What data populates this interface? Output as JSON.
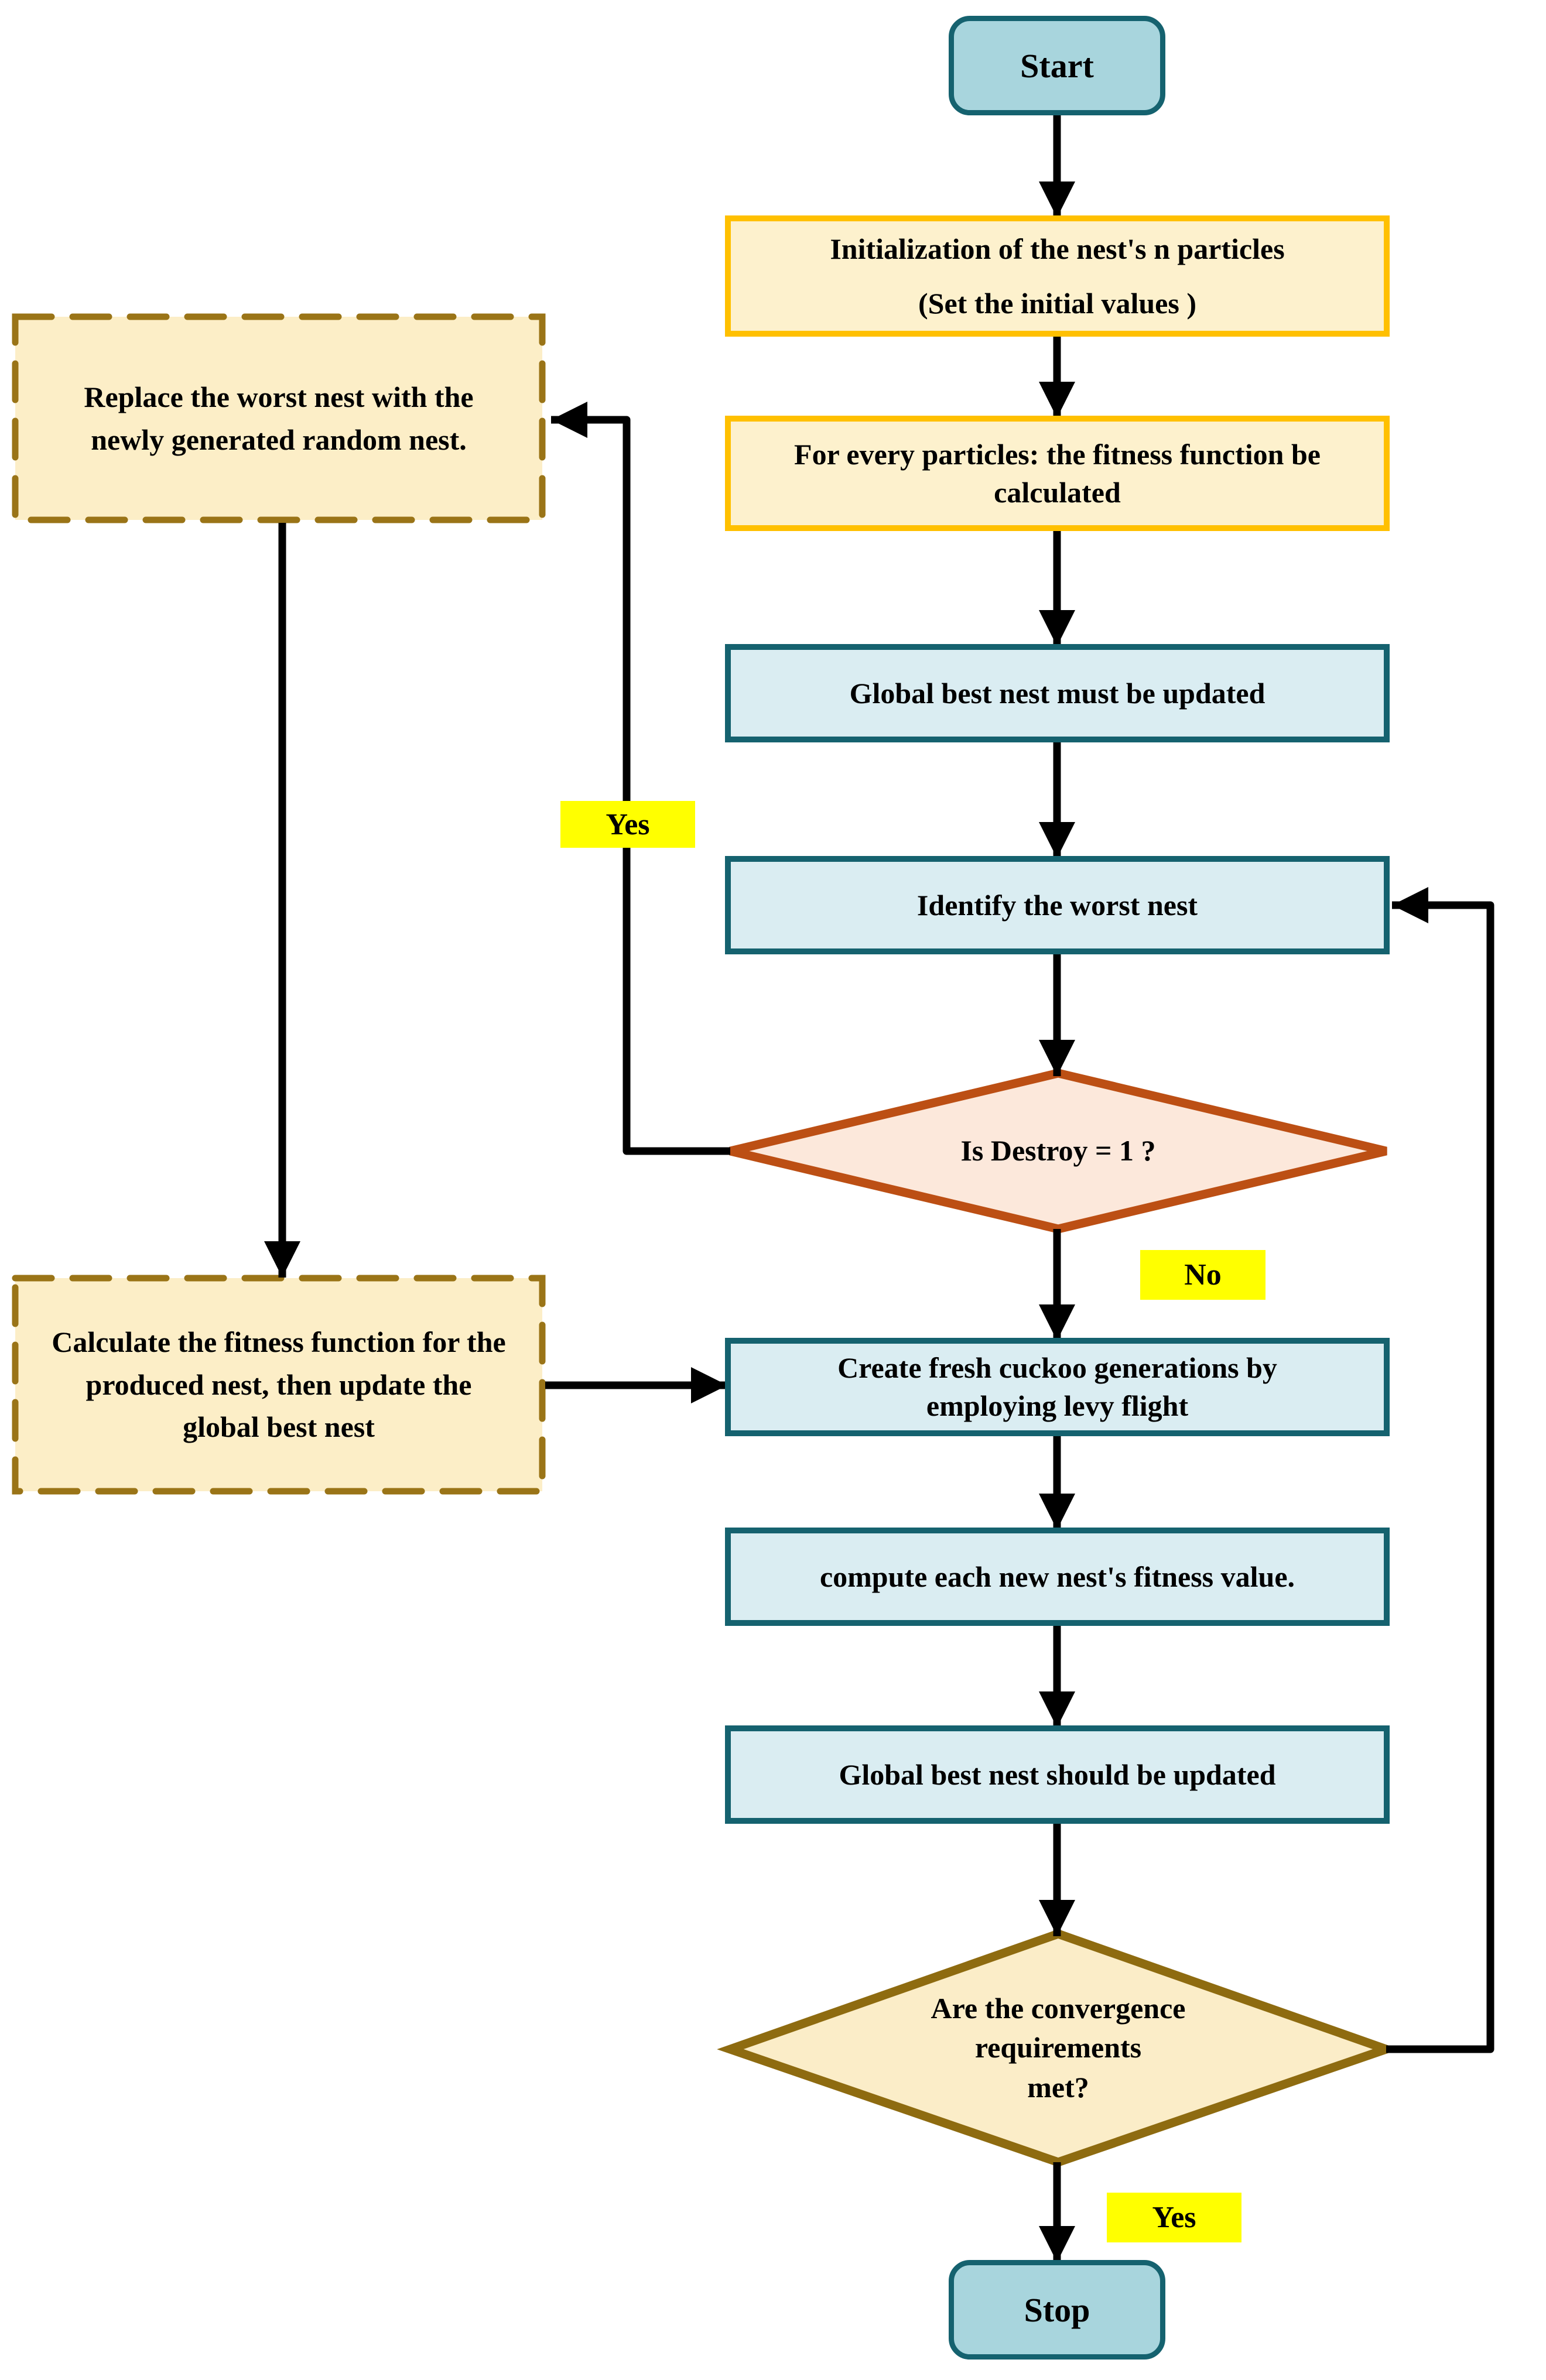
{
  "flowchart": {
    "title_implicit": "Cuckoo search algorithm flowchart",
    "nodes": {
      "start": {
        "label": "Start"
      },
      "init": {
        "line1": "Initialization of the nest's n particles",
        "line2": "(Set the initial values )"
      },
      "fitness_every_particle": {
        "label": "For every particles: the fitness function be calculated"
      },
      "global_best_must": {
        "label": "Global best nest must be updated"
      },
      "identify_worst": {
        "label": "Identify the worst nest"
      },
      "destroy_decision": {
        "label": "Is Destroy = 1 ?"
      },
      "replace_worst": {
        "label": "Replace the worst nest with the newly generated random nest."
      },
      "calculate_fitness": {
        "label": "Calculate the fitness function for the produced nest, then update the global best nest"
      },
      "create_cuckoo": {
        "label": "Create fresh cuckoo generations by employing levy flight"
      },
      "compute_new_fitness": {
        "label": "compute each new nest's fitness value."
      },
      "global_best_should": {
        "label": "Global best nest should be updated"
      },
      "convergence_decision": {
        "line1": "Are the convergence",
        "line2": "requirements",
        "line3": "met?"
      },
      "stop": {
        "label": "Stop"
      }
    },
    "edge_labels": {
      "yes_destroy": "Yes",
      "no_destroy": "No",
      "yes_convergence": "Yes"
    },
    "colors": {
      "terminator_fill": "#A8D5DD",
      "terminator_border": "#15626F",
      "process_yellow_fill": "#FDF1CD",
      "process_yellow_border": "#FFC000",
      "process_teal_fill": "#DAEDF2",
      "process_teal_border": "#15626F",
      "dashed_fill": "#FCEEC7",
      "dashed_border": "#9A7417",
      "destroy_diamond_fill": "#FCE8DB",
      "destroy_diamond_border": "#BC4F14",
      "convergence_diamond_fill": "#FBEDC8",
      "convergence_diamond_border": "#8E6B10",
      "edge_label_bg": "#FFFF00",
      "arrow": "#000000"
    }
  }
}
